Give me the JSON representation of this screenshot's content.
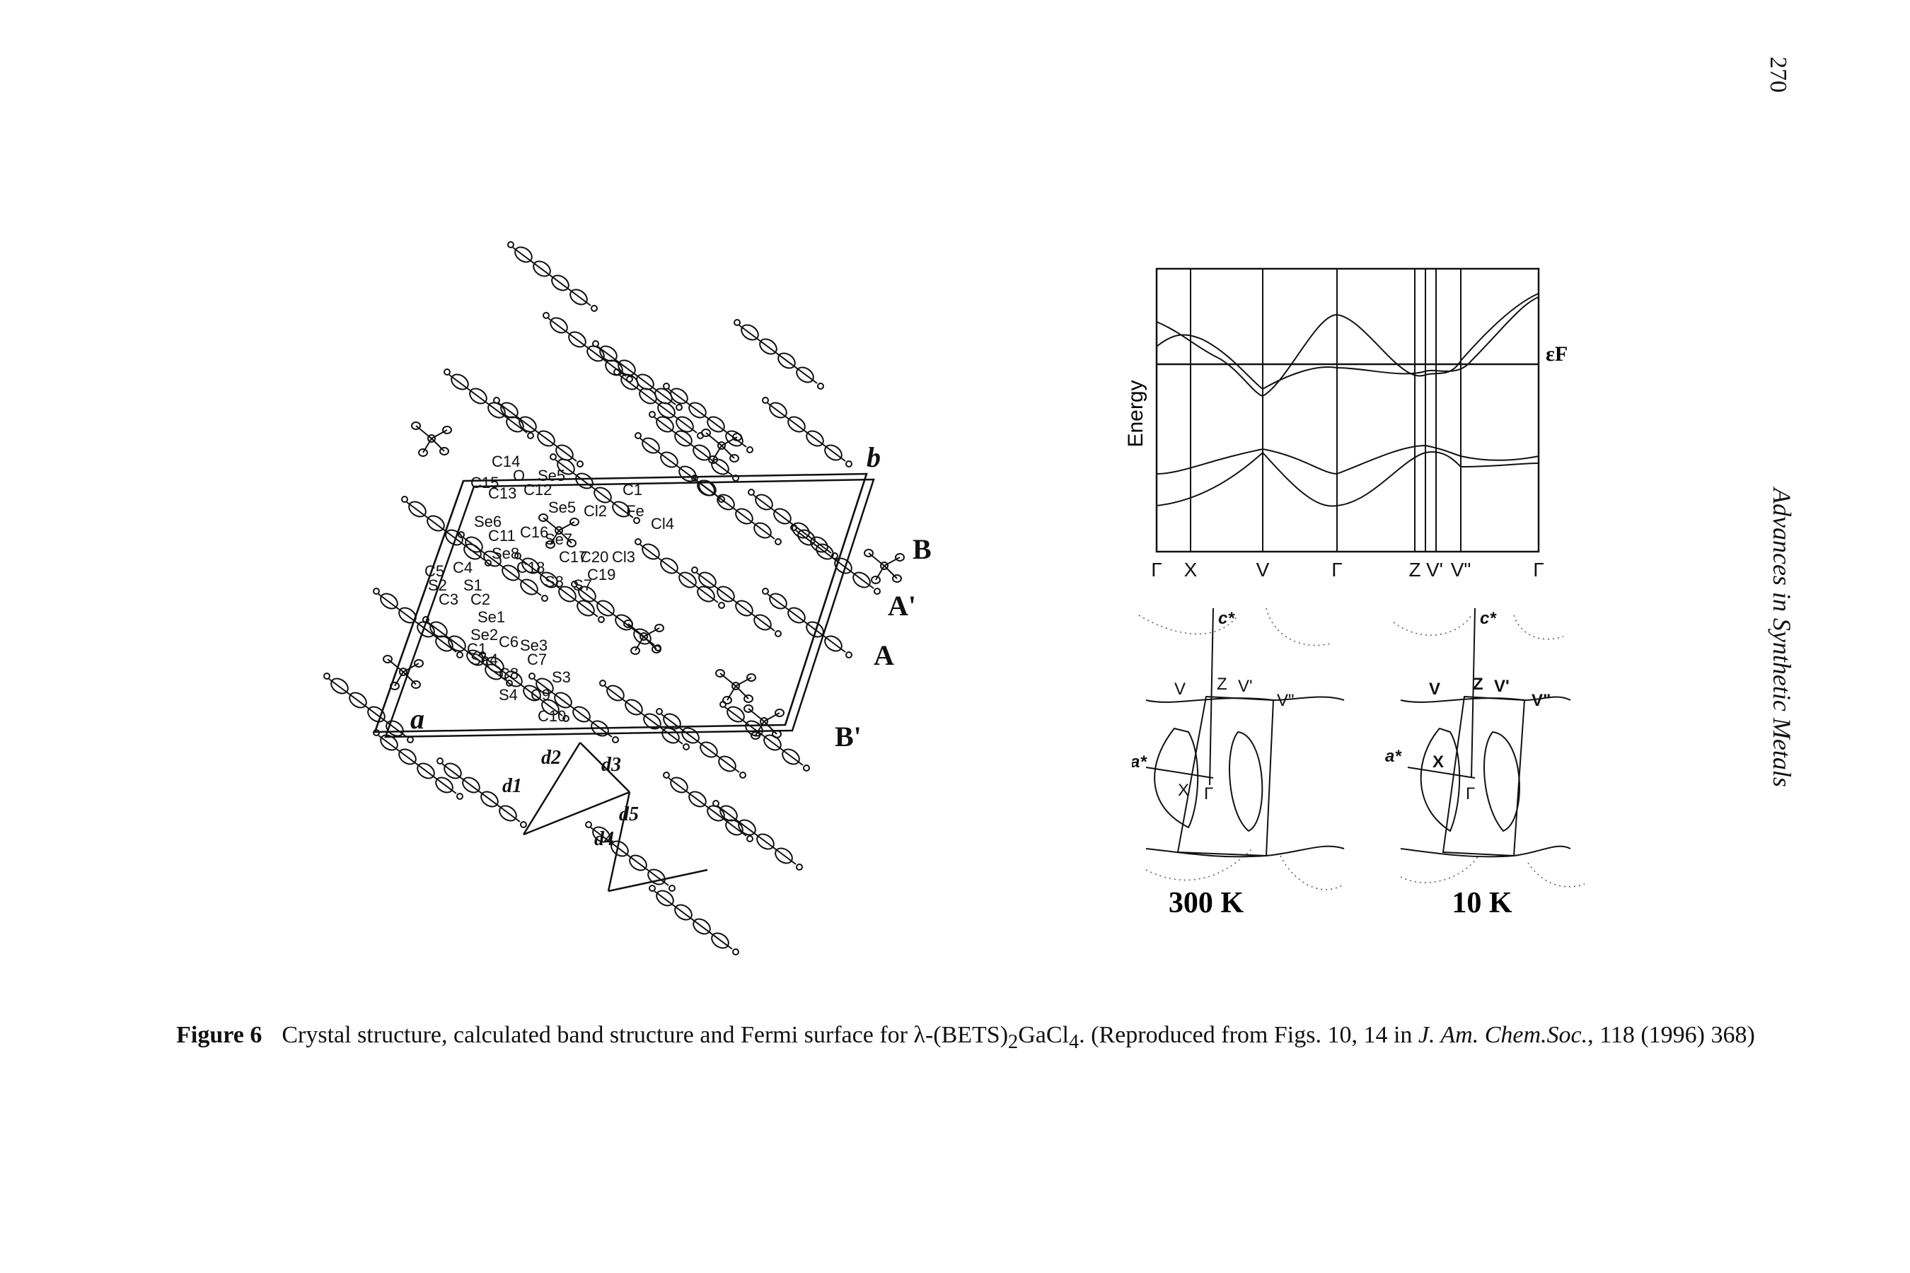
{
  "page_number": "270",
  "journal_header": "Advances in Synthetic Metals",
  "crystal_structure": {
    "atom_labels": [
      "C14",
      "C15",
      "O",
      "Se5",
      "C13",
      "C12",
      "C1",
      "Se6",
      "Se5",
      "Cl2",
      "Fe",
      "Cl4",
      "C11",
      "C16",
      "Se7",
      "Se8",
      "C17",
      "C20",
      "Cl3",
      "C18",
      "C19",
      "S8",
      "S7",
      "C5",
      "C4",
      "S2",
      "S1",
      "C3",
      "C2",
      "Se1",
      "Se2",
      "C1",
      "C6",
      "Se3",
      "Se4",
      "C7",
      "C8",
      "S3",
      "S4",
      "C9",
      "C10"
    ],
    "axis_labels": [
      "a",
      "b"
    ],
    "distance_labels": [
      "d2",
      "d1",
      "d3",
      "d5",
      "d4"
    ],
    "stack_labels": [
      "B",
      "A'",
      "A",
      "B'"
    ]
  },
  "band_structure": {
    "ylabel": "Energy",
    "fermi_label": "εF",
    "k_points": [
      "Γ",
      "X",
      "V",
      "Γ",
      "Z",
      "V'",
      "V\"",
      "Γ"
    ]
  },
  "fermi_surfaces": [
    {
      "temperature": "300 K",
      "labels": [
        "c*",
        "V",
        "Z",
        "V'",
        "V\"",
        "a*",
        "X",
        "Γ"
      ]
    },
    {
      "temperature": "10 K",
      "labels": [
        "c*",
        "V",
        "Z",
        "V'",
        "V\"",
        "a*",
        "X",
        "Γ"
      ]
    }
  ],
  "caption": {
    "label": "Figure 6",
    "text_main": "Crystal structure, calculated band structure and Fermi surface for λ-(BETS)",
    "sub1": "2",
    "text_mid": "GaCl",
    "sub2": "4",
    "text_after": ". (Reproduced from Figs. 10, 14 in ",
    "journal": "J. Am. Chem.Soc.",
    "text_end": ", 118 (1996) 368)"
  }
}
